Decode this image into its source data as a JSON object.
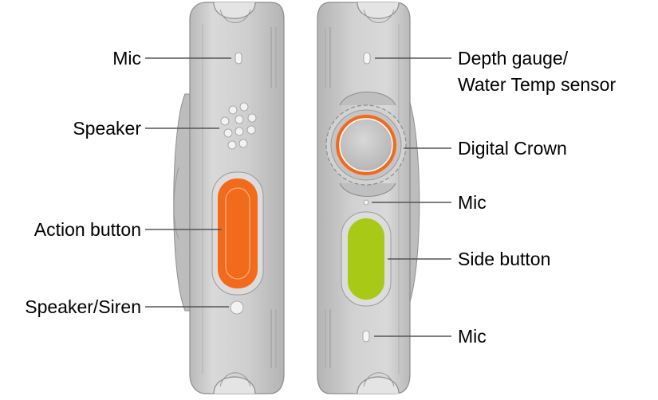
{
  "colors": {
    "case": "#c9c9c9",
    "case_dark": "#a9a9a9",
    "case_light": "#e2e2e2",
    "action_button": "#f26b1d",
    "digital_crown_ring": "#f26b1d",
    "side_button": "#a8c916",
    "leader": "#555555"
  },
  "left_labels": {
    "mic": "Mic",
    "speaker": "Speaker",
    "action_button": "Action button",
    "speaker_siren": "Speaker/Siren"
  },
  "right_labels": {
    "depth_gauge_line1": "Depth gauge/",
    "depth_gauge_line2": "Water Temp sensor",
    "digital_crown": "Digital Crown",
    "mic_upper": "Mic",
    "side_button": "Side button",
    "mic_lower": "Mic"
  }
}
